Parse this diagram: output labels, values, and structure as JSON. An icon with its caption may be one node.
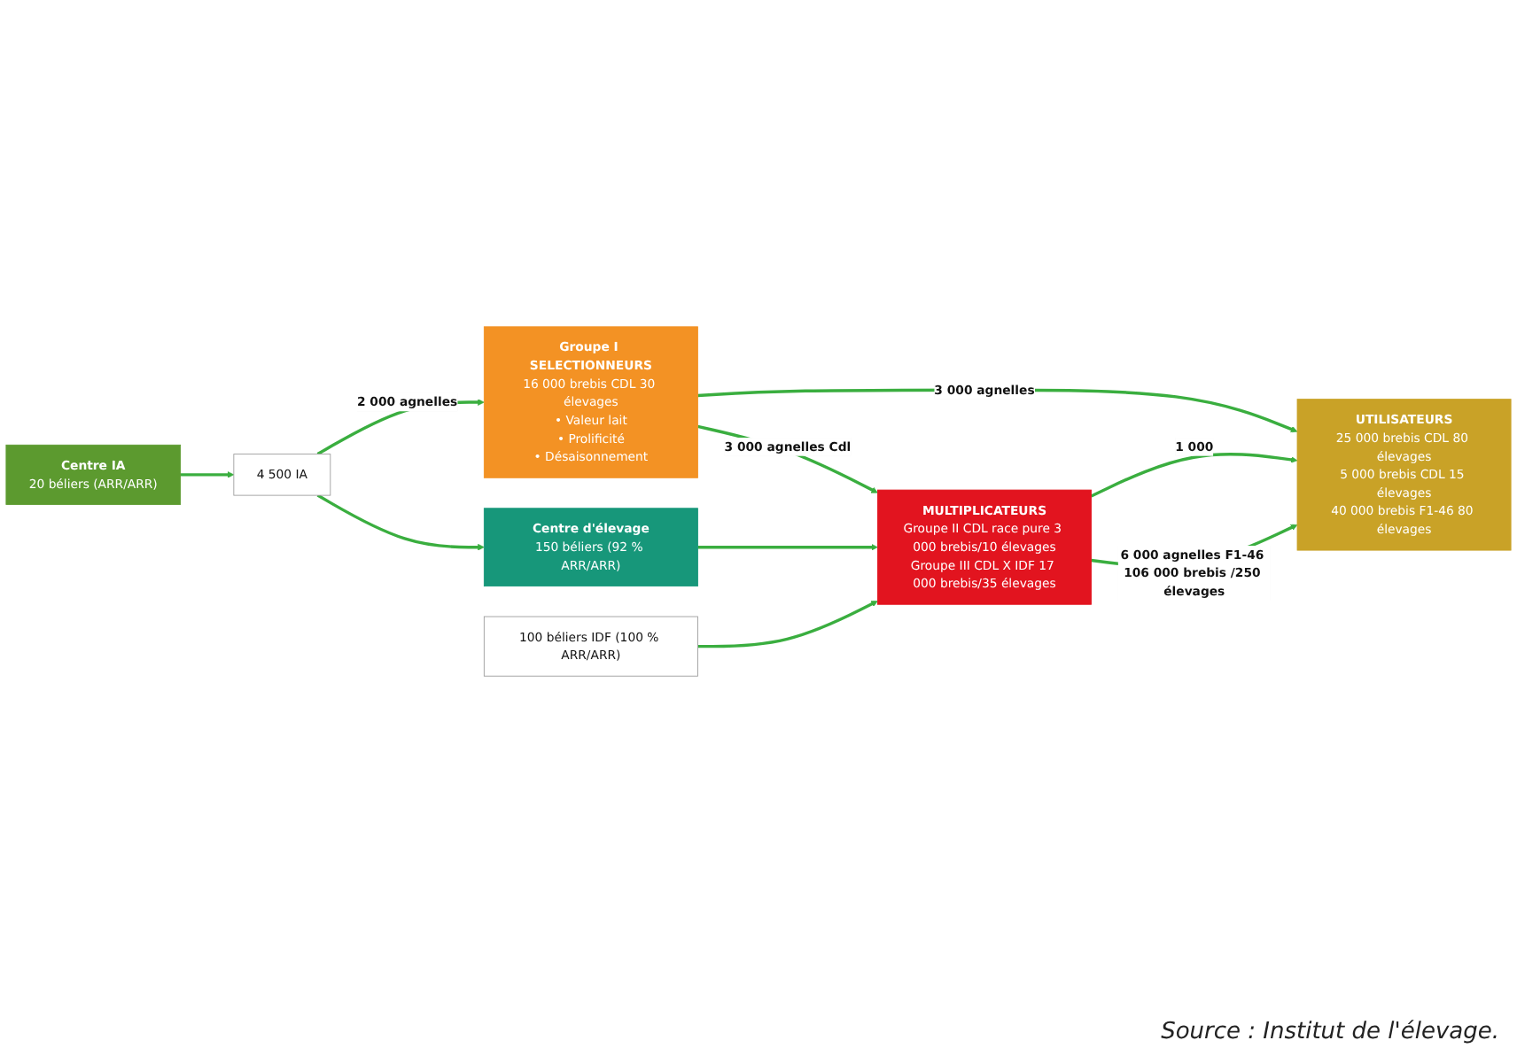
{
  "diagram": {
    "caption": "Source : Institut de l'élevage.",
    "nodes": [
      {
        "text": [
          "Centre IA",
          "20 béliers (ARR/ARR)"
        ]
      },
      {
        "text": [
          "Groupe I SELECTIONNEURS",
          "16 000 brebis CDL 30 élevages",
          "• Valeur lait",
          "• Prolificité",
          "• Désaisonnement"
        ]
      },
      {
        "text": [
          "4 500 IA"
        ]
      },
      {
        "text": [
          "Centre d'élevage",
          "150 béliers (92 % ARR/ARR)"
        ]
      },
      {
        "text": [
          "100 béliers IDF (100 % ARR/ARR)"
        ]
      },
      {
        "text": [
          "MULTIPLICATEURS",
          "Groupe II CDL race pure 3 000 brebis/10 élevages",
          "Groupe III CDL X IDF 17 000 brebis/35 élevages"
        ]
      },
      {
        "text": [
          "UTILISATEURS",
          "25 000 brebis CDL 80 élevages",
          "5 000 brebis CDL 15 élevages",
          "40 000 brebis F1-46 80 élevages"
        ]
      }
    ],
    "edges": [
      {
        "from": 0,
        "to": 2,
        "arrow": "to"
      },
      {
        "from": 2,
        "to": 3,
        "arrow": "to"
      },
      {
        "from": 2,
        "to": 1,
        "arrow": "to",
        "label": "2 000 agnelles"
      },
      {
        "from": 1,
        "to": 6,
        "arrow": "to",
        "label": "3 000 agnelles"
      },
      {
        "from": 1,
        "to": 5,
        "arrow": "to",
        "label": "3 000 agnelles Cdl"
      },
      {
        "from": 3,
        "to": 5,
        "arrow": "to"
      },
      {
        "from": 4,
        "to": 5,
        "arrow": "to"
      },
      {
        "from": 5,
        "to": 6,
        "arrow": "to",
        "label": "1 000"
      },
      {
        "from": 5,
        "to": 6,
        "arrow": "to",
        "label": "6 000 agnelles F1-46 106 000 brebis /250 élevages"
      }
    ]
  }
}
